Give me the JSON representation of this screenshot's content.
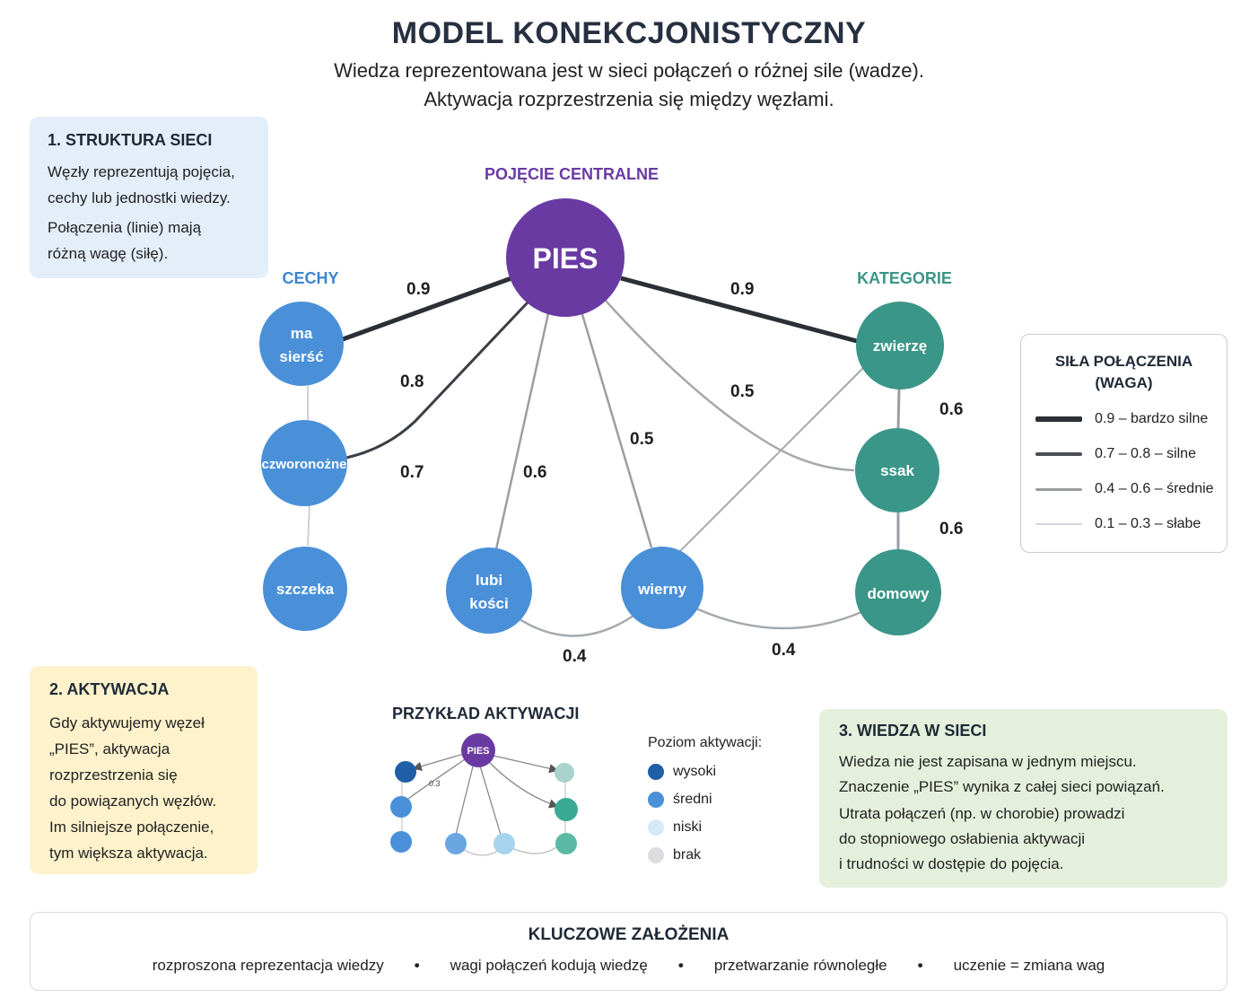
{
  "header": {
    "title": "MODEL KONEKCJONISTYCZNY",
    "subtitle_line1": "Wiedza reprezentowana jest w sieci połączeń o różnej sile (wadze).",
    "subtitle_line2": "Aktywacja rozprzestrzenia się między węzłami."
  },
  "box_structure": {
    "title": "1.  STRUKTURA SIECI",
    "lines": [
      "Węzły reprezentują pojęcia,",
      "cechy lub jednostki wiedzy.",
      "Połączenia (linie) mają",
      "różną wagę (siłę)."
    ]
  },
  "box_activation": {
    "title": "2.  AKTYWACJA",
    "lines": [
      "Gdy aktywujemy węzeł",
      "„PIES”, aktywacja",
      "rozprzestrzenia się",
      "do powiązanych węzłów.",
      "Im silniejsze połączenie,",
      "tym większa aktywacja."
    ]
  },
  "box_knowledge": {
    "title": "3.  WIEDZA W SIECI",
    "lines": [
      "Wiedza nie jest zapisana w jednym miejscu.",
      "Znaczenie „PIES” wynika z całej sieci powiązań.",
      "Utrata połączeń (np. w chorobie) prowadzi",
      "do stopniowego osłabienia aktywacji",
      "i trudności w dostępie do pojęcia."
    ]
  },
  "network": {
    "group_central": "POJĘCIE CENTRALNE",
    "group_features": "CECHY",
    "group_categories": "KATEGORIE",
    "nodes": {
      "pies": "PIES",
      "ma_siersc": [
        "ma",
        "sierść"
      ],
      "czworonozne": "czworonożne",
      "szczeka": "szczeka",
      "lubi_kosci": [
        "lubi",
        "kości"
      ],
      "wierny": "wierny",
      "zwierze": "zwierzę",
      "ssak": "ssak",
      "domowy": "domowy"
    },
    "weights": {
      "pies_ma_siersc": "0.9",
      "pies_zwierze": "0.9",
      "pies_czworonozne": "0.8",
      "czworonozne_note": "0.7",
      "pies_lubi_kosci": "0.6",
      "pies_wierny": "0.5",
      "pies_ssak": "0.5",
      "zwierze_ssak": "0.6",
      "ssak_domowy": "0.6",
      "lubi_kosci_wierny": "0.4",
      "wierny_domowy": "0.4"
    },
    "colors": {
      "central": "#6a3aa3",
      "feature": "#4a90d9",
      "category": "#3a9688"
    }
  },
  "legend": {
    "title_line1": "SIŁA POŁĄCZENIA",
    "title_line2": "(WAGA)",
    "items": [
      {
        "label": "0.9 – bardzo silne",
        "color": "#2b2f36"
      },
      {
        "label": "0.7 – 0.8 – silne",
        "color": "#4a4f57"
      },
      {
        "label": "0.4 – 0.6 – średnie",
        "color": "#9a9ea4"
      },
      {
        "label": "0.1 – 0.3 – słabe",
        "color": "#d3d6da"
      }
    ]
  },
  "example": {
    "title": "PRZYKŁAD AKTYWACJI",
    "center": "PIES",
    "small_label": "0.3",
    "levels_title": "Poziom aktywacji:",
    "levels": [
      {
        "label": "wysoki",
        "color": "#1f5fa8"
      },
      {
        "label": "średni",
        "color": "#4a90d9"
      },
      {
        "label": "niski",
        "color": "#d6e9f6"
      },
      {
        "label": "brak",
        "color": "#dcdde0"
      }
    ]
  },
  "key": {
    "title": "KLUCZOWE ZAŁOŻENIA",
    "items": [
      "rozproszona reprezentacja wiedzy",
      "wagi połączeń kodują wiedzę",
      "przetwarzanie równoległe",
      "uczenie = zmiana wag"
    ],
    "separator": "•"
  }
}
